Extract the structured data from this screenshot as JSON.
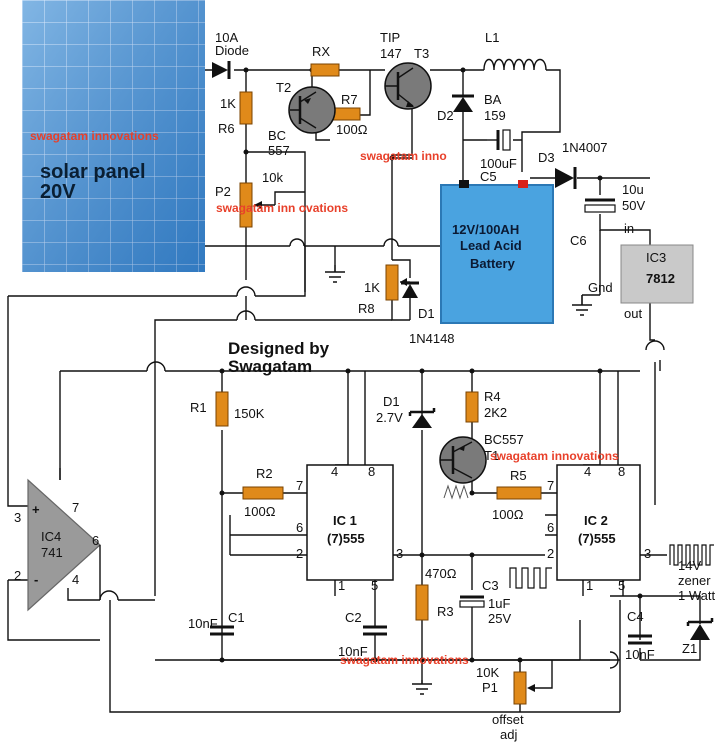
{
  "panel": {
    "label": "solar panel",
    "voltage": "20V"
  },
  "credits": {
    "line1": "Designed by",
    "line2": "Swagatam"
  },
  "watermark": {
    "text": "swagatam innovations",
    "partial": "swagatam inno",
    "mirror": "swagatam inn ovations"
  },
  "battery": {
    "line1": "12V/100AH",
    "line2": "Lead Acid",
    "line3": "Battery"
  },
  "components": {
    "diode_10a": {
      "line1": "10A",
      "line2": "Diode"
    },
    "rx": {
      "name": "RX"
    },
    "t3": {
      "line1": "TIP",
      "line2": "147",
      "name": "T3"
    },
    "l1": {
      "name": "L1"
    },
    "t2": {
      "name": "T2",
      "line1": "BC",
      "line2": "557"
    },
    "r7": {
      "name": "R7",
      "value": "100Ω"
    },
    "r6": {
      "name": "R6",
      "value": "1K"
    },
    "d2": {
      "name": "D2",
      "line1": "BA",
      "line2": "159"
    },
    "c5": {
      "name": "C5",
      "value": "100uF"
    },
    "d3": {
      "name": "D3",
      "value": "1N4007"
    },
    "c6": {
      "name": "C6",
      "line1": "10u",
      "line2": "50V"
    },
    "ic3": {
      "name": "IC3",
      "part": "7812",
      "in": "in",
      "out": "out",
      "gnd": "Gnd"
    },
    "p2": {
      "name": "P2",
      "value": "10k"
    },
    "r8": {
      "name": "R8",
      "value": "1K"
    },
    "d1_upper": {
      "name": "D1",
      "value": "1N4148"
    },
    "r1": {
      "name": "R1",
      "value": "150K"
    },
    "r2": {
      "name": "R2",
      "value": "100Ω"
    },
    "d1_zener": {
      "name": "D1",
      "value": "2.7V"
    },
    "r4": {
      "name": "R4",
      "value": "2K2"
    },
    "t1": {
      "type": "BC557",
      "name": "T1"
    },
    "r5": {
      "name": "R5",
      "value": "100Ω"
    },
    "ic1": {
      "name": "IC 1",
      "part": "(7)555"
    },
    "ic2": {
      "name": "IC 2",
      "part": "(7)555"
    },
    "ic4": {
      "name": "IC4",
      "part": "741",
      "plus": "+",
      "minus": "-"
    },
    "c1": {
      "name": "C1",
      "value": "10nF"
    },
    "c2": {
      "name": "C2",
      "value": "10nF"
    },
    "r3": {
      "name": "R3",
      "value": "470Ω"
    },
    "c3": {
      "name": "C3",
      "value1": "1uF",
      "value2": "25V"
    },
    "c4": {
      "name": "C4",
      "value": "10nF"
    },
    "z1": {
      "name": "Z1",
      "line1": "14V",
      "line2": "zener",
      "line3": "1 Watt"
    },
    "p1": {
      "name": "P1",
      "value": "10K",
      "note1": "offset",
      "note2": "adj"
    }
  },
  "pins": {
    "ic4": {
      "p3": "3",
      "p2": "2",
      "p7": "7",
      "p6": "6",
      "p4": "4"
    },
    "ic1": {
      "p4": "4",
      "p8": "8",
      "p7": "7",
      "p6": "6",
      "p2": "2",
      "p3": "3",
      "p1": "1",
      "p5": "5"
    },
    "ic2": {
      "p4": "4",
      "p8": "8",
      "p7": "7",
      "p6": "6",
      "p2": "2",
      "p3": "3",
      "p1": "1",
      "p5": "5"
    }
  }
}
